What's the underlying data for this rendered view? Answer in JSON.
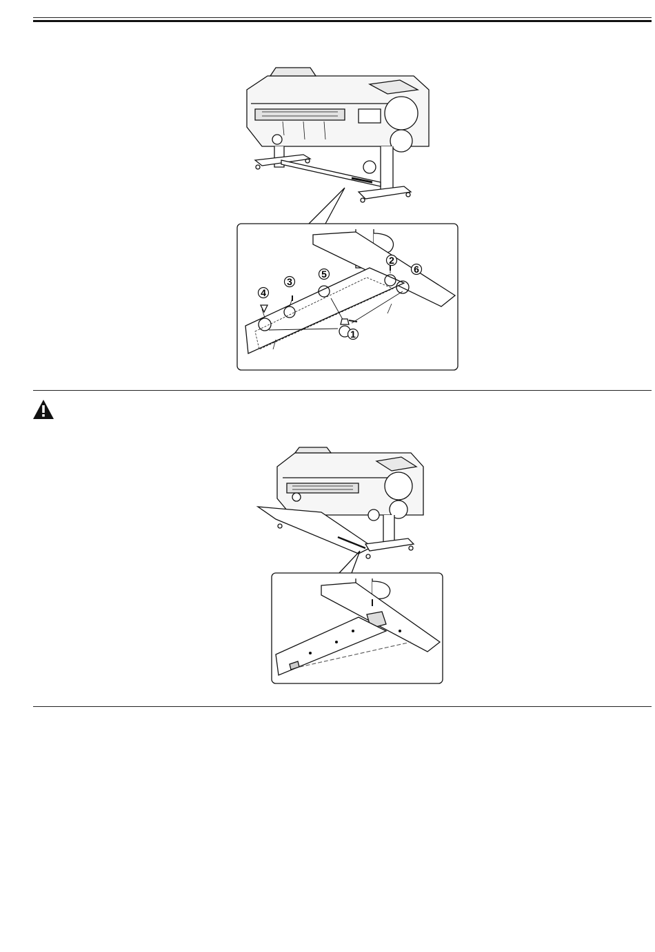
{
  "header": {
    "style": "double rule"
  },
  "figure_1": {
    "description_none": "",
    "callouts": [
      "1",
      "2",
      "3",
      "4",
      "5",
      "6"
    ]
  },
  "caution": {
    "icon": "warning-triangle-icon"
  },
  "figure_2": {}
}
